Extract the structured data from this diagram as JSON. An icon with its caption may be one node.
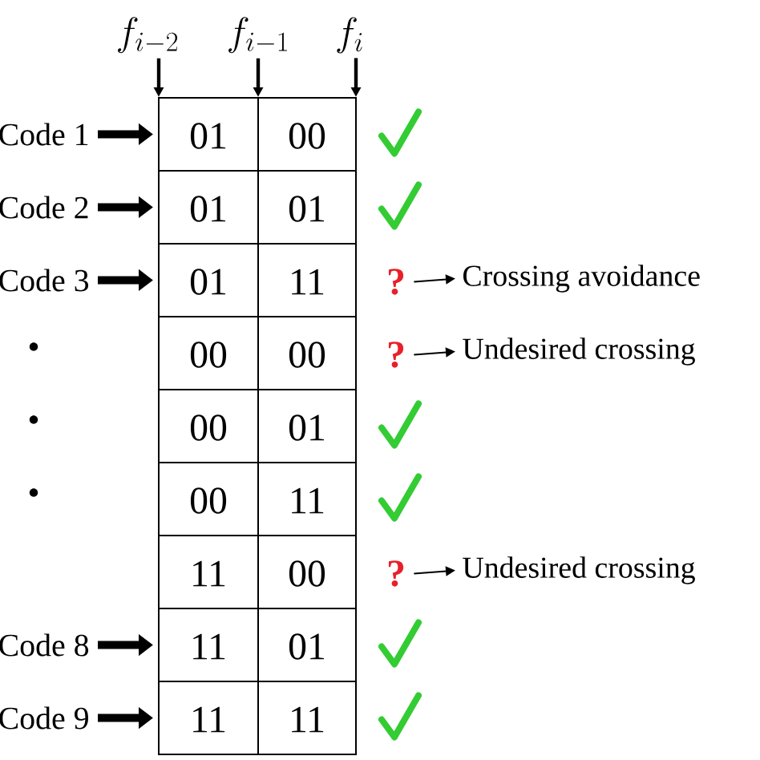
{
  "diagram": {
    "nodes": [
      {
        "text": [
          "f_{i-2}"
        ]
      },
      {
        "text": [
          "f_{i-1}"
        ]
      },
      {
        "text": [
          "f_i"
        ]
      },
      {
        "text": [
          "01",
          "00"
        ]
      },
      {
        "text": [
          "01",
          "01"
        ]
      },
      {
        "text": [
          "01",
          "11"
        ]
      },
      {
        "text": [
          "00",
          "00"
        ]
      },
      {
        "text": [
          "00",
          "01"
        ]
      },
      {
        "text": [
          "00",
          "11"
        ]
      },
      {
        "text": [
          "11",
          "00"
        ]
      },
      {
        "text": [
          "11",
          "01"
        ]
      },
      {
        "text": [
          "11",
          "11"
        ]
      },
      {
        "text": [
          "Code 1"
        ]
      },
      {
        "text": [
          "Code 2"
        ]
      },
      {
        "text": [
          "Code 3"
        ]
      },
      {
        "text": [
          "Code 8"
        ]
      },
      {
        "text": [
          "Code 9"
        ]
      },
      {
        "text": [
          "?"
        ]
      },
      {
        "text": [
          "?"
        ]
      },
      {
        "text": [
          "?"
        ]
      },
      {
        "text": [
          "Crossing avoidance"
        ]
      },
      {
        "text": [
          "Undesired crossing"
        ]
      },
      {
        "text": [
          "Undesired crossing"
        ]
      }
    ],
    "edges": [
      {
        "from": 0,
        "to": 3,
        "arrow": "to"
      },
      {
        "from": 1,
        "to": 3,
        "arrow": "to"
      },
      {
        "from": 2,
        "to": 3,
        "arrow": "to"
      },
      {
        "from": 12,
        "to": 3,
        "arrow": "to",
        "style": "thick"
      },
      {
        "from": 13,
        "to": 4,
        "arrow": "to",
        "style": "thick"
      },
      {
        "from": 14,
        "to": 5,
        "arrow": "to",
        "style": "thick"
      },
      {
        "from": 15,
        "to": 10,
        "arrow": "to",
        "style": "thick"
      },
      {
        "from": 16,
        "to": 11,
        "arrow": "to",
        "style": "thick"
      },
      {
        "from": 17,
        "to": 20,
        "arrow": "to"
      },
      {
        "from": 18,
        "to": 21,
        "arrow": "to"
      },
      {
        "from": 19,
        "to": 22,
        "arrow": "to"
      }
    ]
  }
}
